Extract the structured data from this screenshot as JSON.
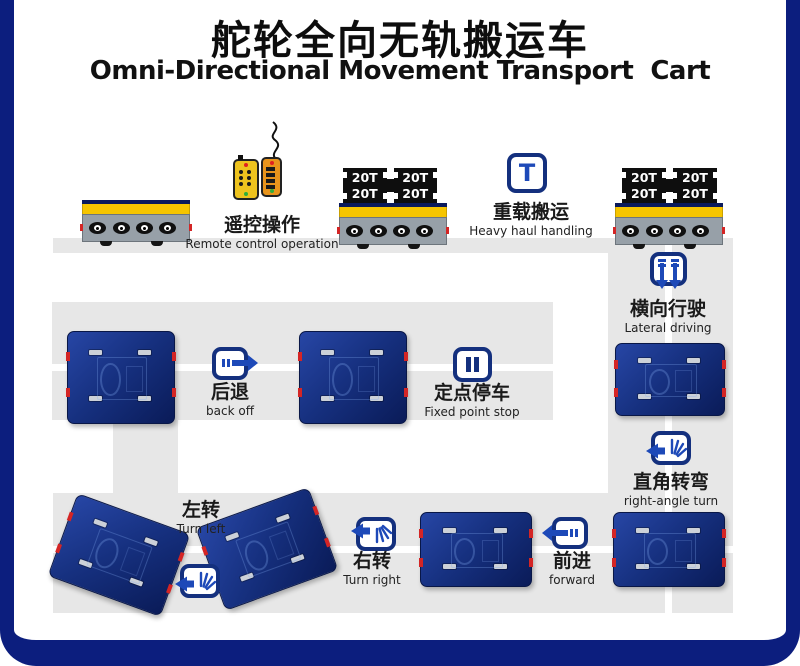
{
  "title": {
    "zh": "舵轮全向无轨搬运车",
    "en": "Omni-Directional Movement Transport  Cart"
  },
  "labels": {
    "remote": {
      "zh": "遥控操作",
      "en": "Remote control operation"
    },
    "heavy": {
      "zh": "重载搬运",
      "en": "Heavy haul handling"
    },
    "lateral": {
      "zh": "横向行驶",
      "en": "Lateral driving"
    },
    "backoff": {
      "zh": "后退",
      "en": "back off"
    },
    "stop": {
      "zh": "定点停车",
      "en": "Fixed point stop"
    },
    "rightangle": {
      "zh": "直角转弯",
      "en": "right-angle turn"
    },
    "turnleft": {
      "zh": "左转",
      "en": "Turn left"
    },
    "turnright": {
      "zh": "右转",
      "en": "Turn right"
    },
    "forward": {
      "zh": "前进",
      "en": "forward"
    }
  },
  "load_label": "20T",
  "heavy_icon_letter": "T",
  "colors": {
    "frame_blue": "#0c1e7e",
    "icon_border_blue": "#14307e",
    "arrow_blue": "#1d49b8",
    "cart_navy": "#16307f",
    "road_gray": "#e7e7e7",
    "stripe_yellow": "#f6c500",
    "accent_red": "#d42525",
    "load_black": "#0e0e0e"
  }
}
